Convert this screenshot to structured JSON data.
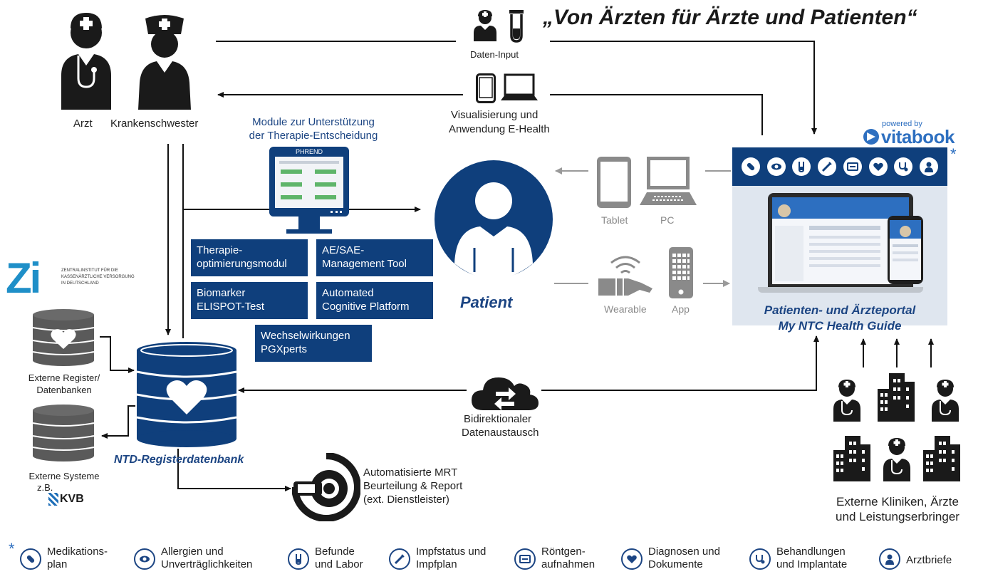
{
  "quote": "„Von Ärzten für Ärzte und Patienten“",
  "roles": {
    "arzt": "Arzt",
    "krankenschwester": "Krankenschwester"
  },
  "top_flows": {
    "daten_input": "Daten-Input",
    "visualisierung_1": "Visualisierung und",
    "visualisierung_2": "Anwendung E-Health"
  },
  "modules": {
    "heading_1": "Module zur Unterstützung",
    "heading_2": "der Therapie-Entscheidung",
    "screen_label": "PHREND",
    "boxes": [
      {
        "line1": "Therapie-",
        "line2": "optimierungsmodul"
      },
      {
        "line1": "AE/SAE-",
        "line2": "Management Tool"
      },
      {
        "line1": "Biomarker",
        "line2": "ELISPOT-Test"
      },
      {
        "line1": "Automated",
        "line2": "Cognitive Platform"
      },
      {
        "line1": "Wechselwirkungen",
        "line2": "PGXperts"
      }
    ]
  },
  "patient": {
    "label": "Patient"
  },
  "devices": {
    "tablet": "Tablet",
    "pc": "PC",
    "wearable": "Wearable",
    "app": "App"
  },
  "portal": {
    "powered_by": "powered by",
    "brand": "vitabook",
    "asterisk": "*",
    "title_1": "Patienten- und Ärzteportal",
    "title_2": "My NTC Health Guide"
  },
  "zi_logo": {
    "letters": "Zi",
    "line1": "ZENTRALINSTITUT FÜR DIE",
    "line2": "KASSENÄRZTLICHE VERSORGUNG",
    "line3": "IN DEUTSCHLAND"
  },
  "databases": {
    "externe_register_1": "Externe Register/",
    "externe_register_2": "Datenbanken",
    "externe_systeme_1": "Externe Systeme",
    "externe_systeme_2": "z.B.",
    "kvb": "KVB",
    "ntd": "NTD-Registerdatenbank"
  },
  "exchange": {
    "line1": "Bidirektionaler",
    "line2": "Datenaustausch"
  },
  "mrt": {
    "line1": "Automatisierte MRT",
    "line2": "Beurteilung & Report",
    "line3": "(ext. Dienstleister)"
  },
  "externe": {
    "line1": "Externe Kliniken, Ärzte",
    "line2": "und Leistungserbringer"
  },
  "legend": {
    "asterisk": "*",
    "items": [
      {
        "icon": "pill-icon",
        "line1": "Medikations-",
        "line2": "plan"
      },
      {
        "icon": "eye-icon",
        "line1": "Allergien und",
        "line2": "Unverträglichkeiten"
      },
      {
        "icon": "test-tube-icon",
        "line1": "Befunde",
        "line2": "und Labor"
      },
      {
        "icon": "syringe-icon",
        "line1": "Impfstatus und",
        "line2": "Impfplan"
      },
      {
        "icon": "xray-icon",
        "line1": "Röntgen-",
        "line2": "aufnahmen"
      },
      {
        "icon": "heart-monitor-icon",
        "line1": "Diagnosen und",
        "line2": "Dokumente"
      },
      {
        "icon": "stethoscope-icon",
        "line1": "Behandlungen",
        "line2": "und Implantate"
      },
      {
        "icon": "doctor-icon",
        "line1": "Arztbriefe",
        "line2": ""
      }
    ]
  },
  "colors": {
    "navy": "#0f3f7c",
    "blue_text": "#1c4583",
    "gray": "#8a8a8a",
    "dark": "#1a1a1a"
  }
}
